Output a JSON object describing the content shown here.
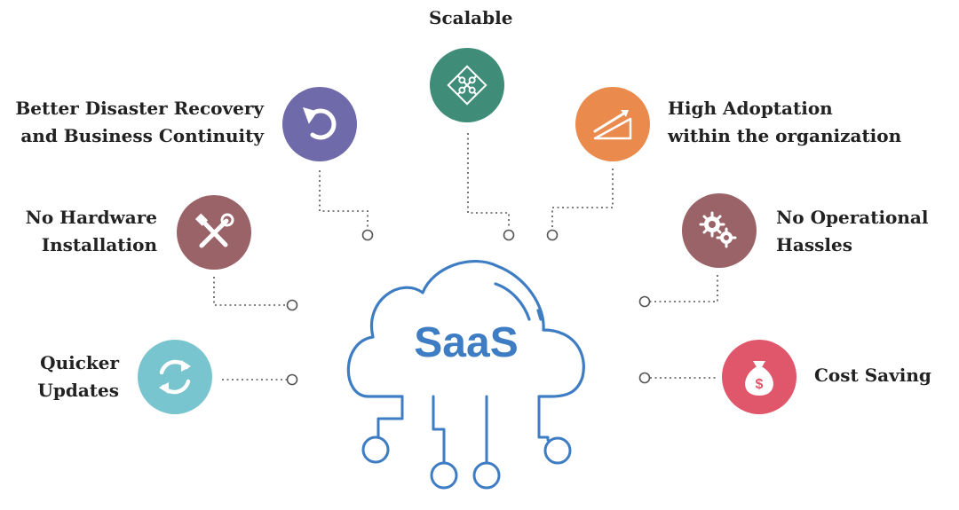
{
  "center": {
    "label": "SaaS",
    "color": "#3e7dc3"
  },
  "benefits": {
    "scalable": {
      "line1": "Scalable",
      "color": "#3f8d78",
      "icon": "puzzle-icon"
    },
    "disaster": {
      "line1": "Better Disaster Recovery",
      "line2": "and Business Continuity",
      "color": "#6f6aaa",
      "icon": "undo-arrow-icon"
    },
    "adoption": {
      "line1": "High Adoptation",
      "line2": "within the organization",
      "color": "#ea8a4c",
      "icon": "growth-chart-icon"
    },
    "hardware": {
      "line1": "No Hardware",
      "line2": "Installation",
      "color": "#9a6368",
      "icon": "tools-icon"
    },
    "operational": {
      "line1": "No Operational",
      "line2": "Hassles",
      "color": "#9a6368",
      "icon": "gears-icon"
    },
    "updates": {
      "line1": "Quicker",
      "line2": "Updates",
      "color": "#79c5cf",
      "icon": "refresh-icon"
    },
    "cost": {
      "line1": "Cost Saving",
      "color": "#e0566a",
      "icon": "money-bag-icon"
    }
  }
}
